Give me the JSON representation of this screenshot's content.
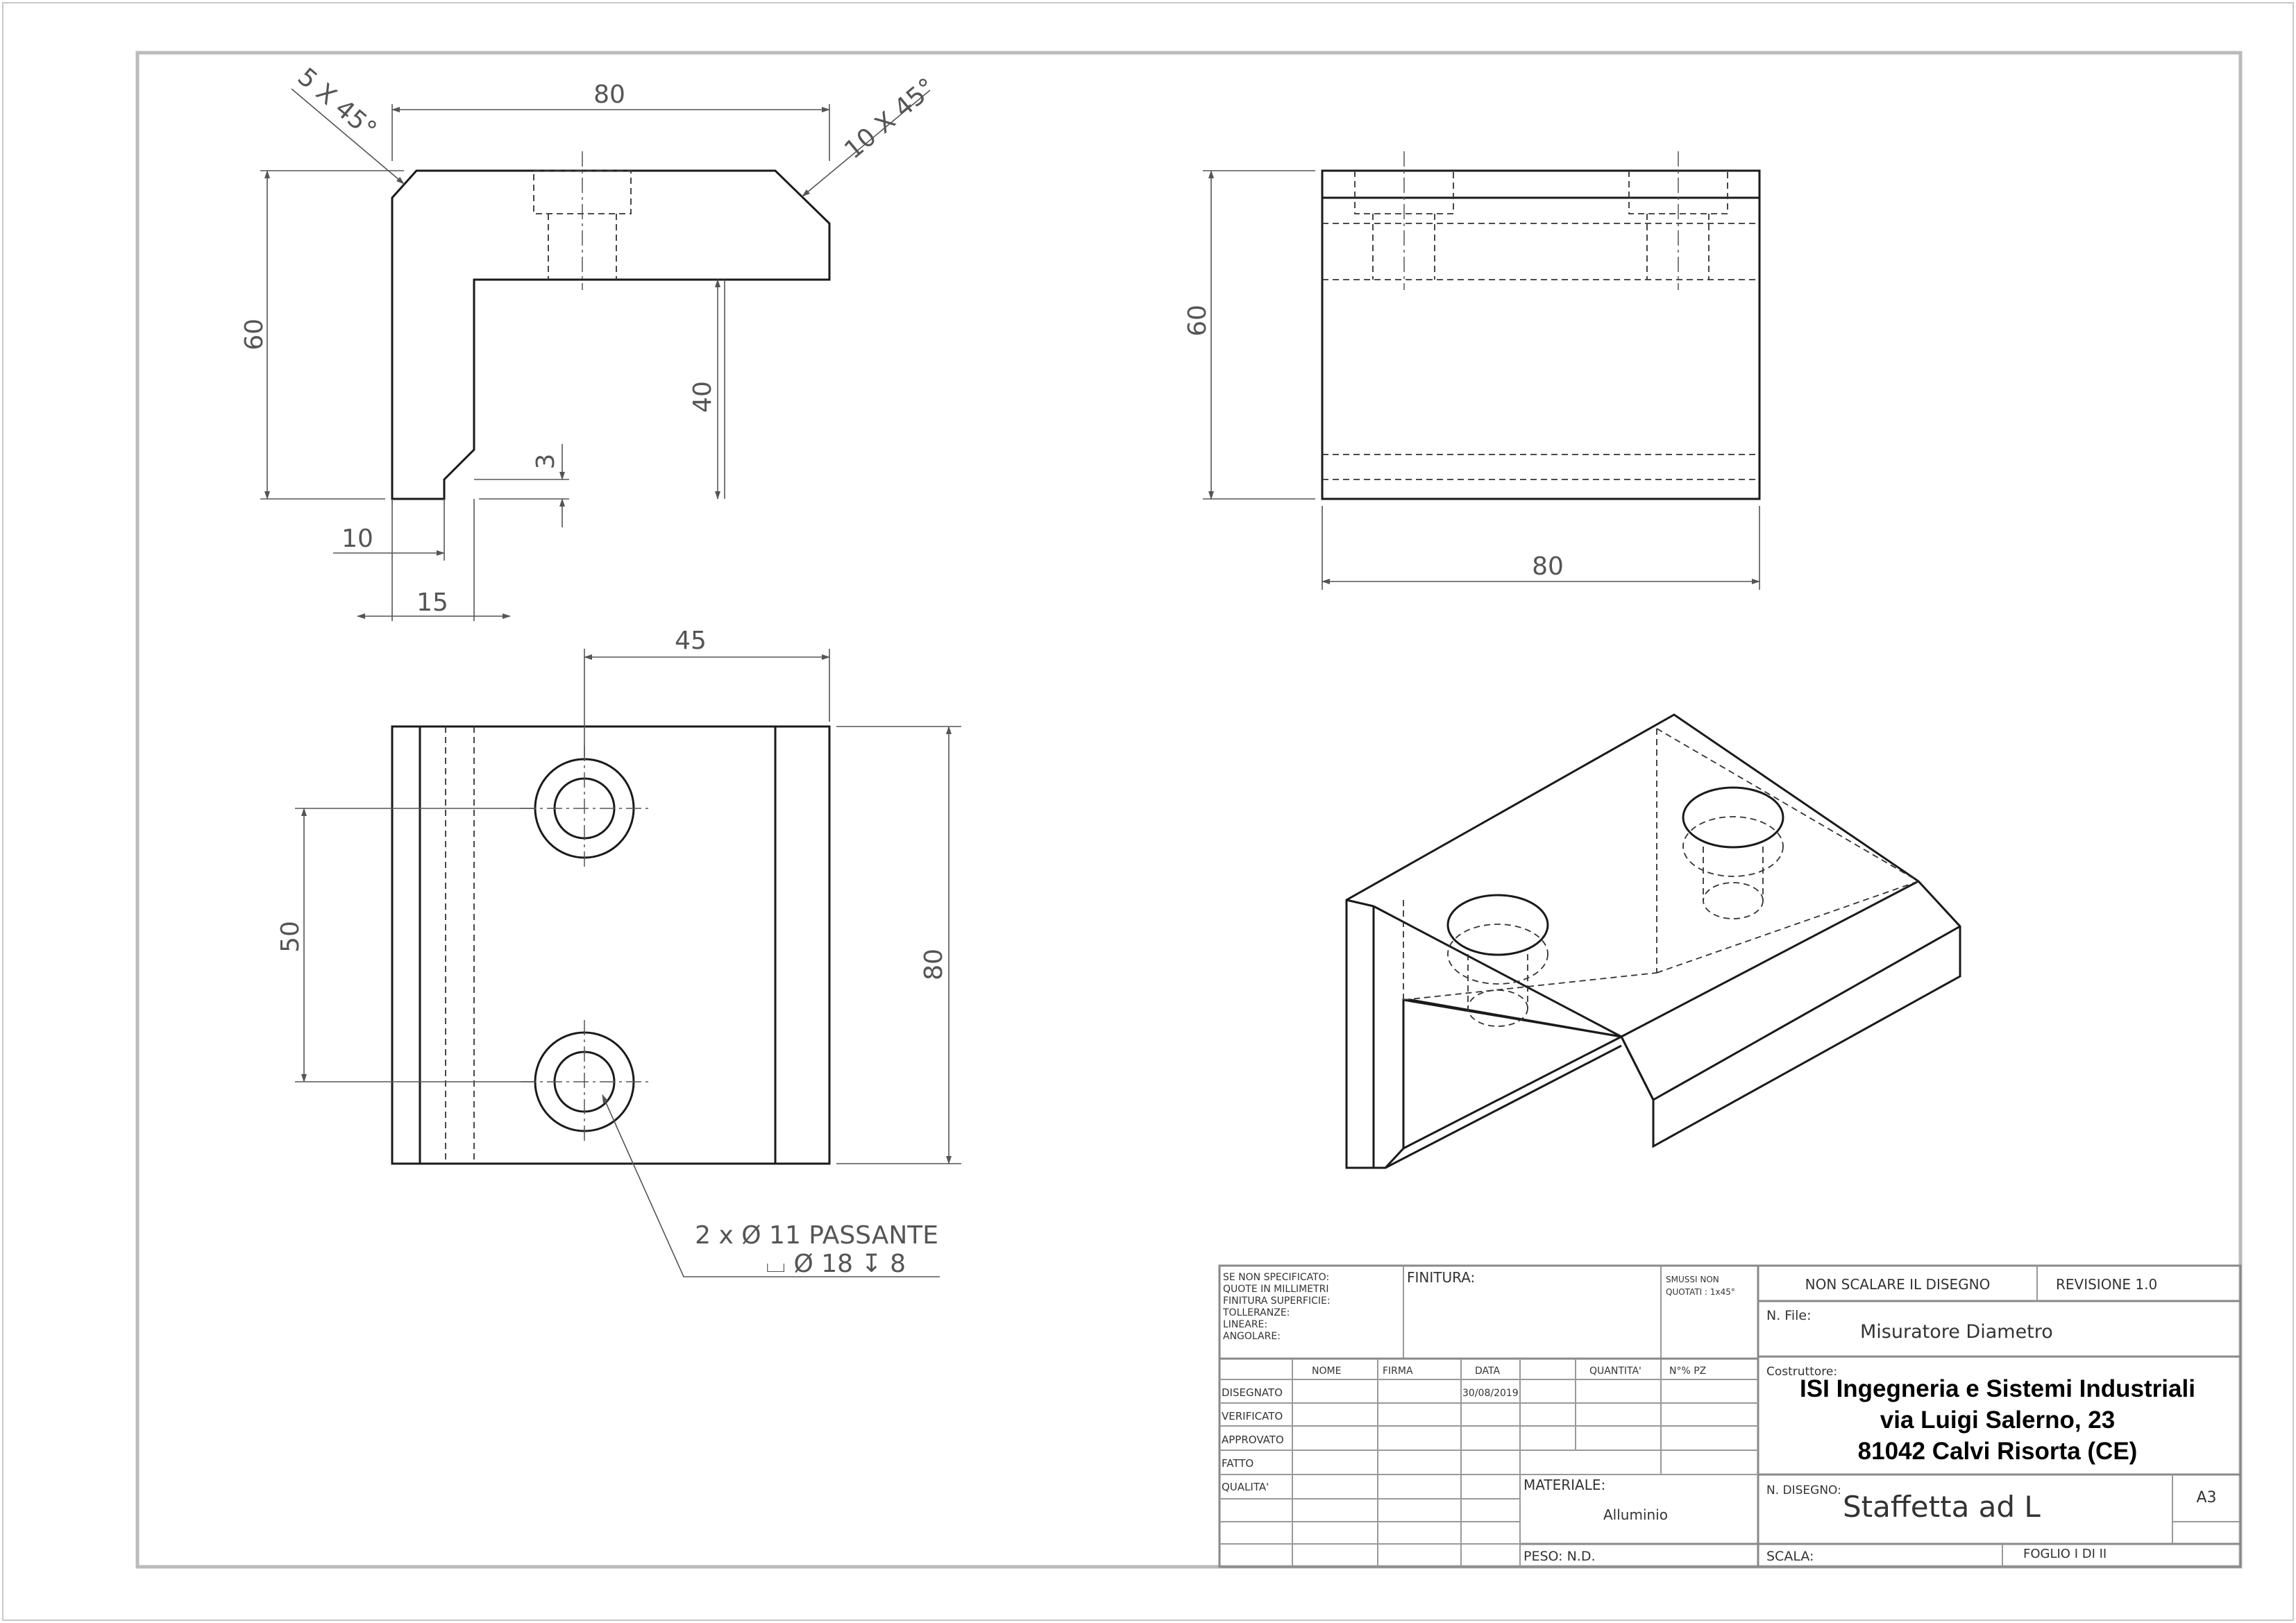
{
  "dimensions": {
    "front_width": "80",
    "chamfer_left": "5 X 45°",
    "chamfer_right": "10 X 45°",
    "front_height": "60",
    "front_leg": "40",
    "front_groove": "3",
    "front_foot": "10",
    "front_step": "15",
    "side_height": "60",
    "side_width": "80",
    "top_offset": "45",
    "top_spacing": "50",
    "top_depth": "80",
    "hole_note_line1": "2 x Ø 11 PASSANTE",
    "hole_note_line2": "⌴ Ø 18 ↧ 8"
  },
  "title_block": {
    "general_notes": [
      "SE NON SPECIFICATO:",
      "QUOTE IN MILLIMETRI",
      "FINITURA SUPERFICIE:",
      "TOLLERANZE:",
      "LINEARE:",
      "ANGOLARE:"
    ],
    "finitura_label": "FINITURA:",
    "smussi_line1": "SMUSSI NON",
    "smussi_line2": "QUOTATI : 1x45°",
    "non_scalare": "NON SCALARE IL DISEGNO",
    "revisione": "REVISIONE  1.0",
    "n_file_label": "N. File:",
    "n_file_value": "Misuratore Diametro",
    "table_headers": [
      "NOME",
      "FIRMA",
      "DATA",
      "QUANTITA'",
      "N°% PZ"
    ],
    "row_labels": [
      "DISEGNATO",
      "VERIFICATO",
      "APPROVATO",
      "FATTO",
      "QUALITA'"
    ],
    "disegnato_data": "30/08/2019",
    "costruttore_label": "Costruttore:",
    "costruttore_line1": "ISI Ingegneria e Sistemi Industriali",
    "costruttore_line2": "via Luigi Salerno, 23",
    "costruttore_line3": "81042 Calvi Risorta (CE)",
    "materiale_label": "MATERIALE:",
    "materiale_value": "Alluminio",
    "n_disegno_label": "N. DISEGNO:",
    "n_disegno_value": "Staffetta ad L",
    "formato": "A3",
    "peso": "PESO: N.D.",
    "scala": "SCALA:",
    "foglio": "FOGLIO  I   DI  II"
  }
}
